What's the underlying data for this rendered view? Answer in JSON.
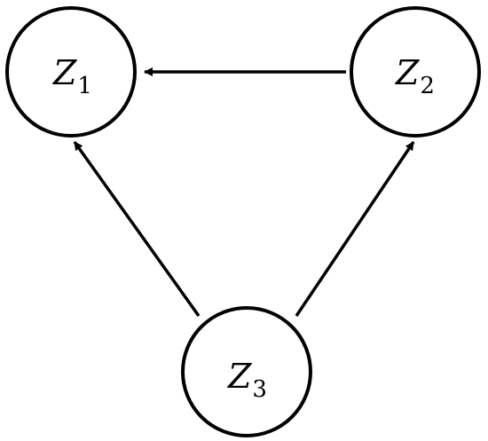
{
  "nodes": [
    {
      "id": "z1",
      "symbol": "Z",
      "subscript": "1"
    },
    {
      "id": "z2",
      "symbol": "Z",
      "subscript": "2"
    },
    {
      "id": "z3",
      "symbol": "Z",
      "subscript": "3"
    }
  ],
  "edges": [
    {
      "from": "z2",
      "to": "z1"
    },
    {
      "from": "z3",
      "to": "z1"
    },
    {
      "from": "z3",
      "to": "z2"
    }
  ],
  "colors": {
    "stroke": "#000000",
    "fill": "#ffffff"
  }
}
